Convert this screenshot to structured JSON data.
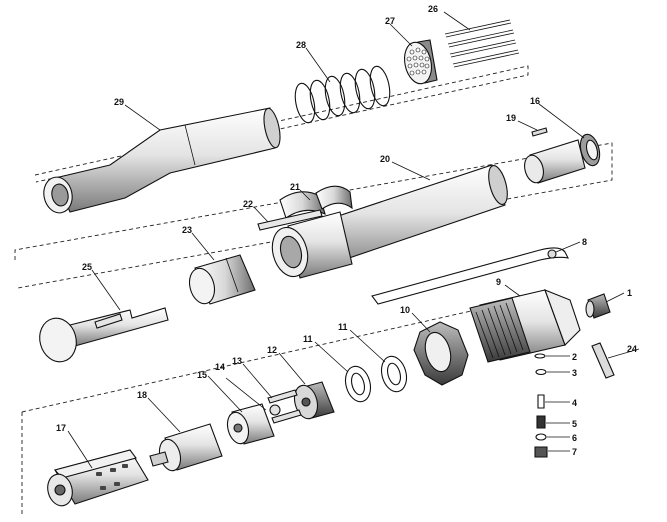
{
  "parts": [
    {
      "id": "p1",
      "label": "1"
    },
    {
      "id": "p2",
      "label": "2"
    },
    {
      "id": "p3",
      "label": "3"
    },
    {
      "id": "p4",
      "label": "4"
    },
    {
      "id": "p5",
      "label": "5"
    },
    {
      "id": "p6",
      "label": "6"
    },
    {
      "id": "p7",
      "label": "7"
    },
    {
      "id": "p8",
      "label": "8"
    },
    {
      "id": "p9",
      "label": "9"
    },
    {
      "id": "p10",
      "label": "10"
    },
    {
      "id": "p11a",
      "label": "11"
    },
    {
      "id": "p11b",
      "label": "11"
    },
    {
      "id": "p12",
      "label": "12"
    },
    {
      "id": "p13",
      "label": "13"
    },
    {
      "id": "p14",
      "label": "14"
    },
    {
      "id": "p15",
      "label": "15"
    },
    {
      "id": "p16",
      "label": "16"
    },
    {
      "id": "p17",
      "label": "17"
    },
    {
      "id": "p18",
      "label": "18"
    },
    {
      "id": "p19",
      "label": "19"
    },
    {
      "id": "p20",
      "label": "20"
    },
    {
      "id": "p21",
      "label": "21"
    },
    {
      "id": "p22",
      "label": "22"
    },
    {
      "id": "p23",
      "label": "23"
    },
    {
      "id": "p24",
      "label": "24"
    },
    {
      "id": "p25",
      "label": "25"
    },
    {
      "id": "p26",
      "label": "26"
    },
    {
      "id": "p27",
      "label": "27"
    },
    {
      "id": "p28",
      "label": "28"
    },
    {
      "id": "p29",
      "label": "29"
    }
  ]
}
